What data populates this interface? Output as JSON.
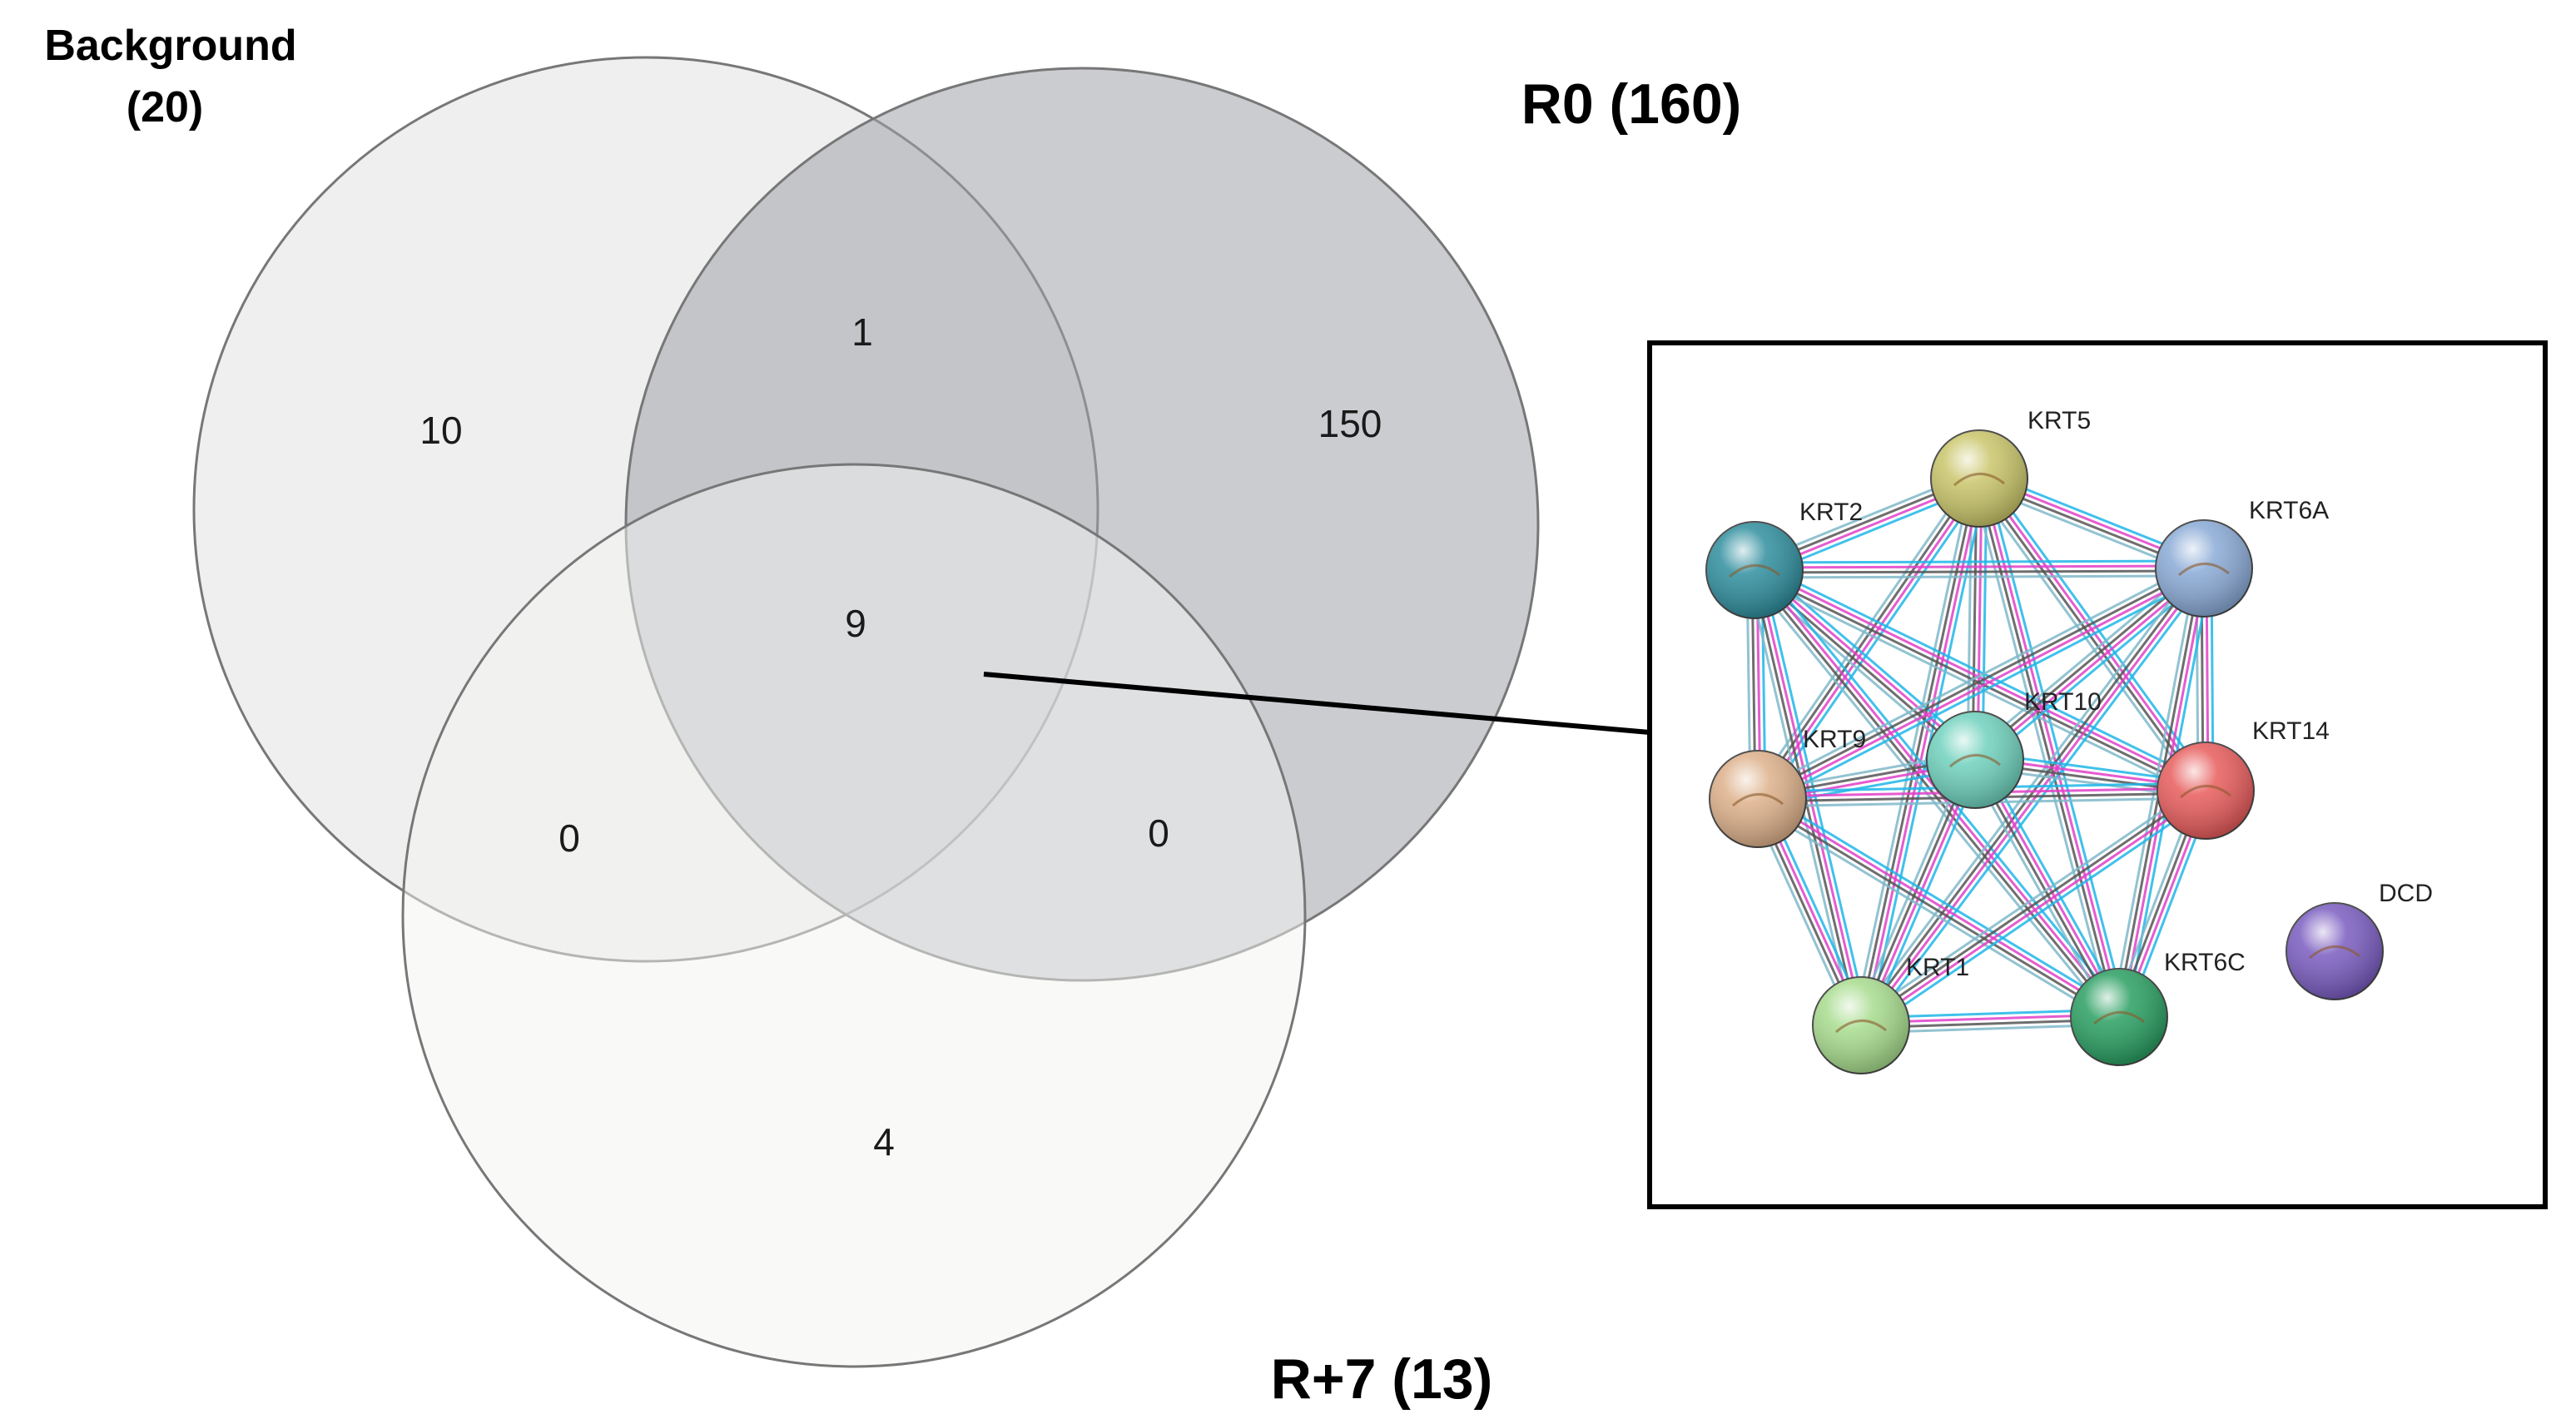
{
  "venn": {
    "sets": {
      "background": {
        "name": "Background",
        "total": "(20)"
      },
      "r0": {
        "label": "R0 (160)"
      },
      "r7": {
        "label": "R+7 (13)"
      }
    },
    "regions": {
      "background_only": "10",
      "background_r0": "1",
      "r0_only": "150",
      "all_three": "9",
      "background_r7": "0",
      "r0_r7": "0",
      "r7_only": "4"
    }
  },
  "network": {
    "nodes": [
      {
        "id": "KRT5",
        "label": "KRT5",
        "color": "#c9c56a"
      },
      {
        "id": "KRT2",
        "label": "KRT2",
        "color": "#2f8e9e"
      },
      {
        "id": "KRT6A",
        "label": "KRT6A",
        "color": "#8aaad6"
      },
      {
        "id": "KRT10",
        "label": "KRT10",
        "color": "#6fd1bd"
      },
      {
        "id": "KRT9",
        "label": "KRT9",
        "color": "#ddb08a"
      },
      {
        "id": "KRT14",
        "label": "KRT14",
        "color": "#e85c5c"
      },
      {
        "id": "DCD",
        "label": "DCD",
        "color": "#7a5cc0"
      },
      {
        "id": "KRT1",
        "label": "KRT1",
        "color": "#a8dc8e"
      },
      {
        "id": "KRT6C",
        "label": "KRT6C",
        "color": "#2a9f62"
      }
    ],
    "edge_colors": [
      "#1fb6e8",
      "#e040c8",
      "#555555",
      "#7fb9c9"
    ]
  }
}
